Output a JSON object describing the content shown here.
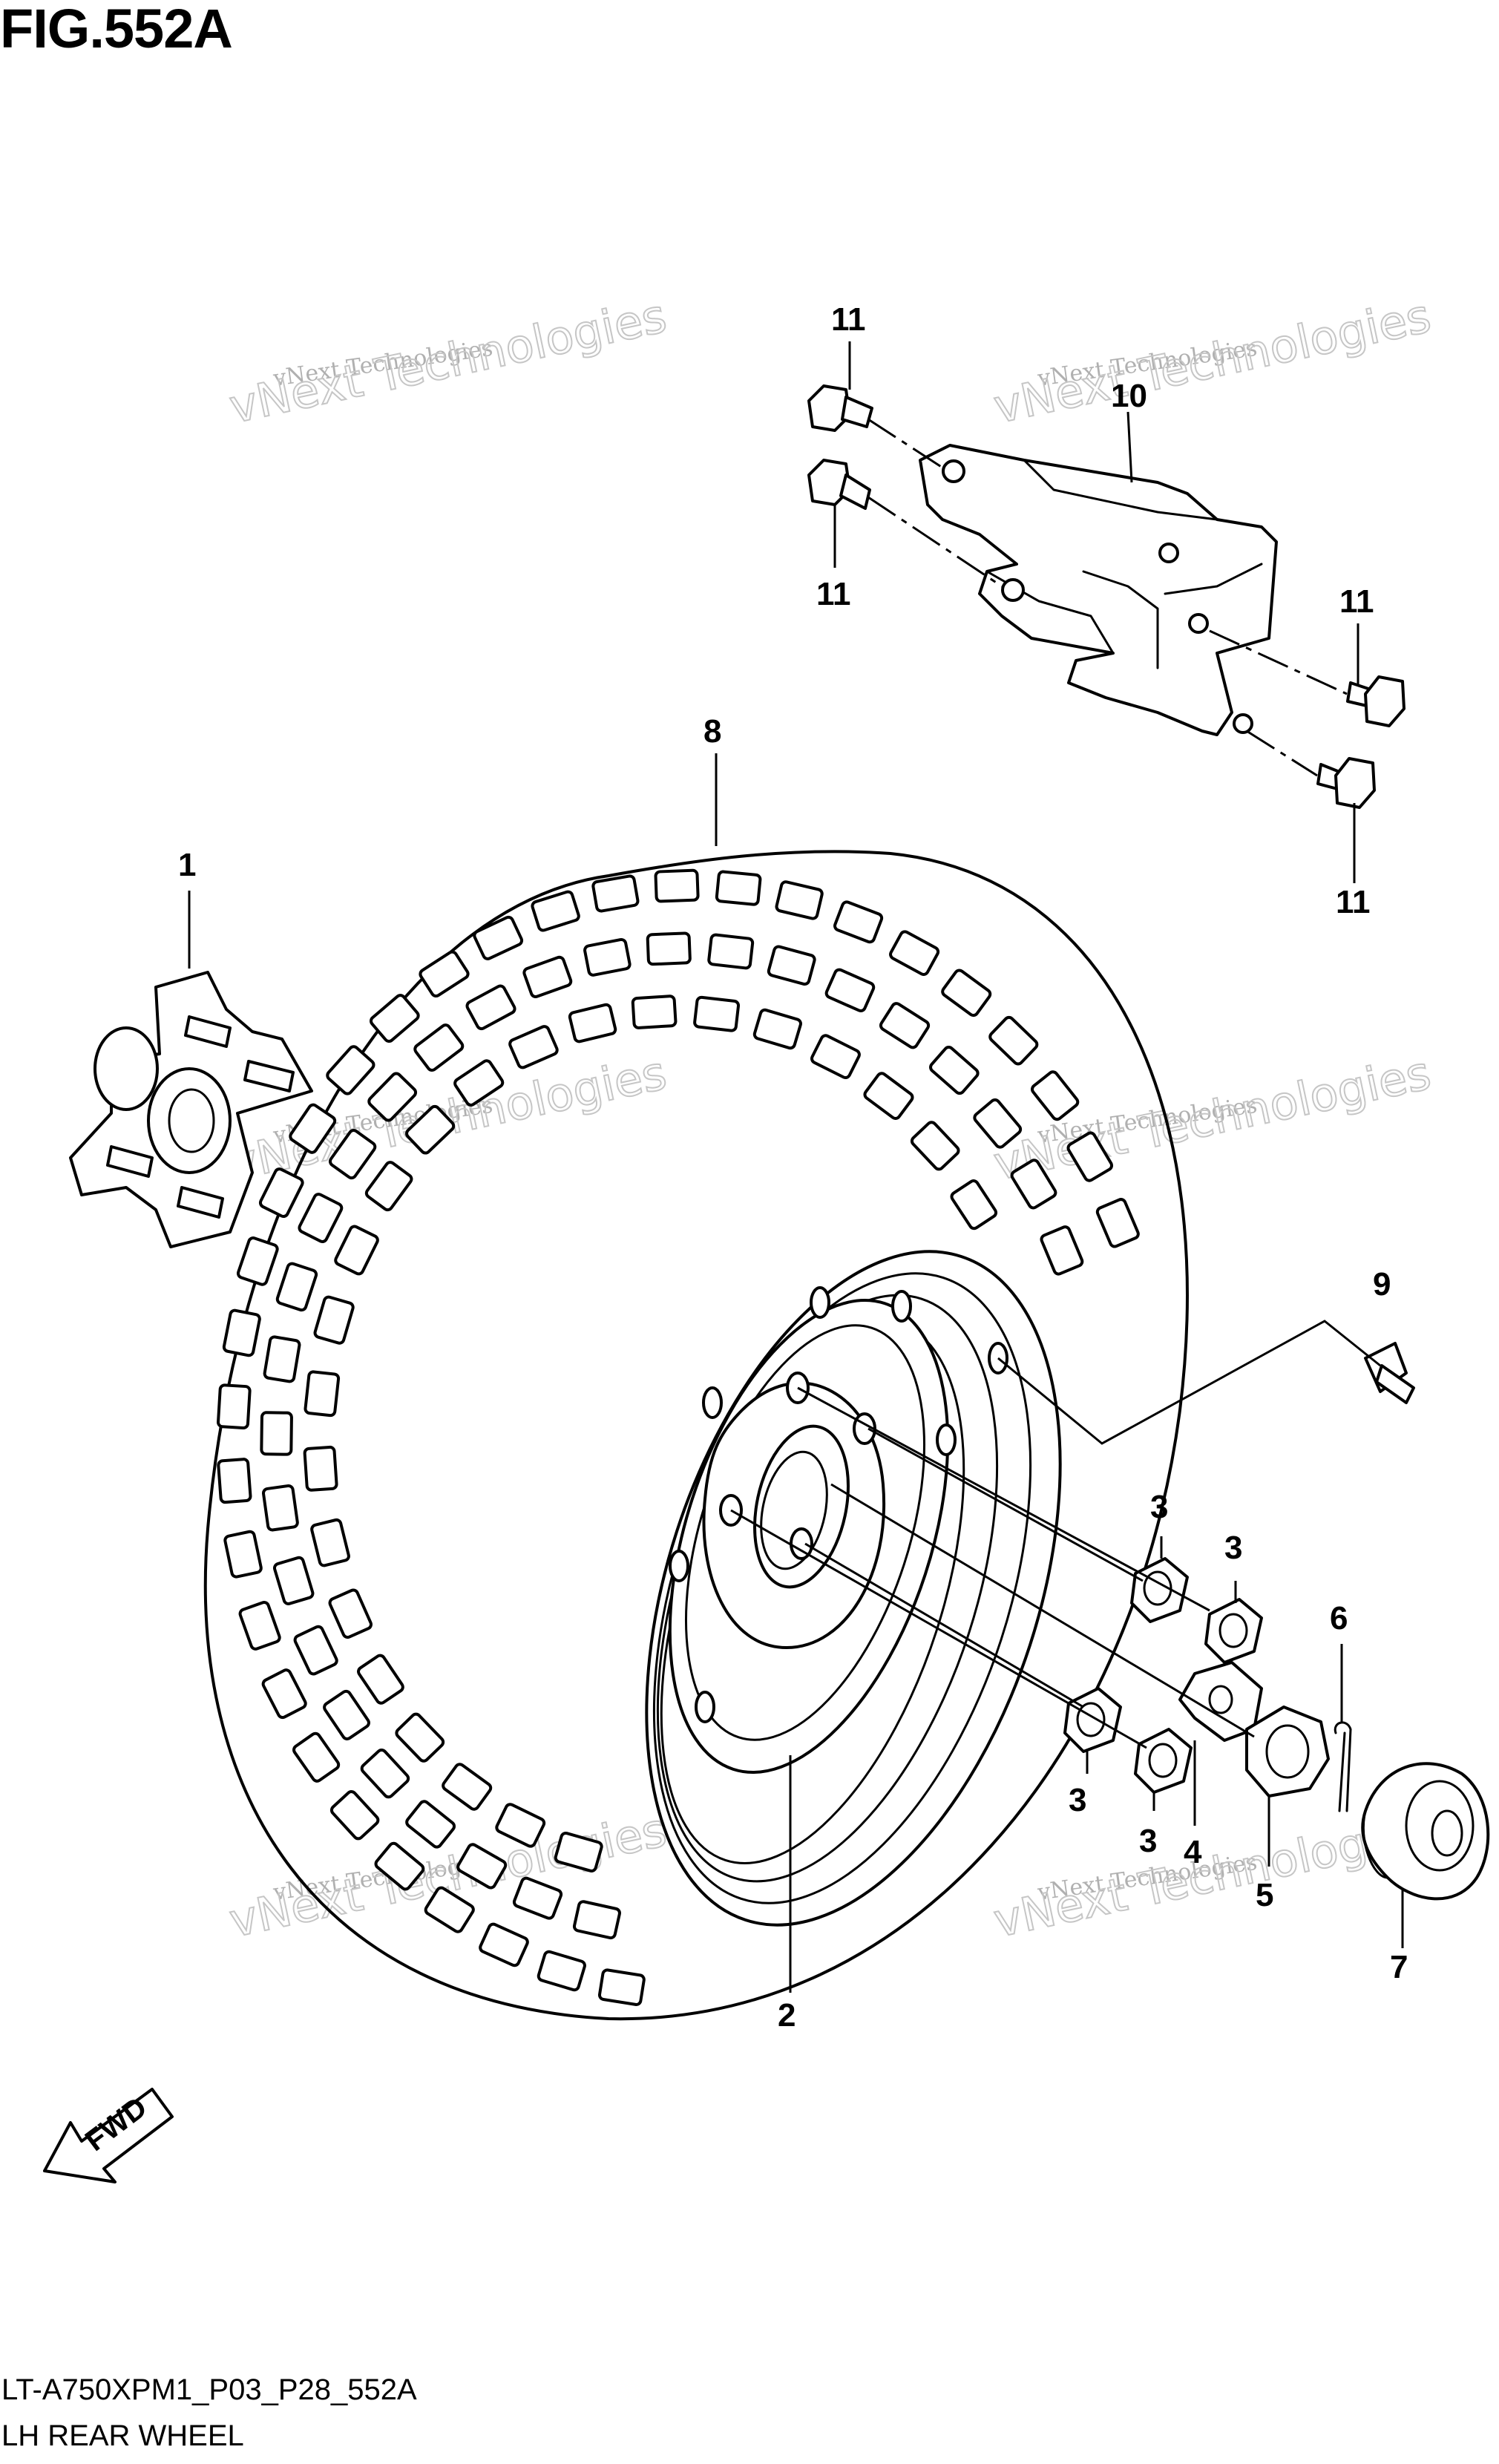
{
  "header": {
    "figure_title": "FIG.552A"
  },
  "footer": {
    "code": "LT-A750XPM1_P03_P28_552A",
    "caption": "LH REAR WHEEL"
  },
  "watermark": {
    "line1": "vNext Technologies",
    "line2": "vNext Technologies"
  },
  "fwd_label": "FWD",
  "callouts": {
    "c1": "1",
    "c2": "2",
    "c3a": "3",
    "c3b": "3",
    "c3c": "3",
    "c3d": "3",
    "c4": "4",
    "c5": "5",
    "c6": "6",
    "c7": "7",
    "c8": "8",
    "c9": "9",
    "c10": "10",
    "c11a": "11",
    "c11b": "11",
    "c11c": "11",
    "c11d": "11"
  }
}
